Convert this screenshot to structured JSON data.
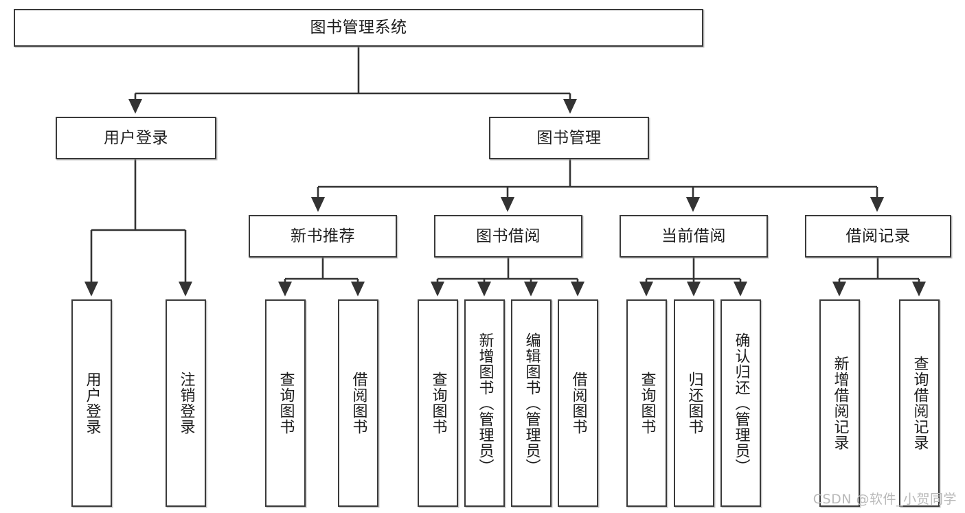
{
  "diagram": {
    "title": "图书管理系统",
    "watermark": "CSDN @软件_小贺同学",
    "colors": {
      "box_border": "#3a3a3a",
      "box_fill": "#ffffff",
      "connector": "#333333",
      "text": "#1c1c1c",
      "watermark": "#b9b9b9",
      "background": "#ffffff"
    },
    "root": {
      "label": "图书管理系统"
    },
    "level2": [
      {
        "id": "user-login",
        "label": "用户登录"
      },
      {
        "id": "book-management",
        "label": "图书管理"
      }
    ],
    "level3": [
      {
        "id": "new-book-recommend",
        "label": "新书推荐",
        "parent": "book-management"
      },
      {
        "id": "book-borrow",
        "label": "图书借阅",
        "parent": "book-management"
      },
      {
        "id": "current-borrow",
        "label": "当前借阅",
        "parent": "book-management"
      },
      {
        "id": "borrow-record",
        "label": "借阅记录",
        "parent": "book-management"
      }
    ],
    "leaves": [
      {
        "id": "leaf-user-login",
        "label": "用户登录",
        "parent": "user-login"
      },
      {
        "id": "leaf-user-logout",
        "label": "注销登录",
        "parent": "user-login"
      },
      {
        "id": "leaf-query-book-1",
        "label": "查询图书",
        "parent": "new-book-recommend"
      },
      {
        "id": "leaf-borrow-book-1",
        "label": "借阅图书",
        "parent": "new-book-recommend"
      },
      {
        "id": "leaf-query-book-2",
        "label": "查询图书",
        "parent": "book-borrow"
      },
      {
        "id": "leaf-add-book",
        "label": "新增图书（管理员）",
        "parent": "book-borrow"
      },
      {
        "id": "leaf-edit-book",
        "label": "编辑图书（管理员）",
        "parent": "book-borrow"
      },
      {
        "id": "leaf-borrow-book-2",
        "label": "借阅图书",
        "parent": "book-borrow"
      },
      {
        "id": "leaf-query-book-3",
        "label": "查询图书",
        "parent": "current-borrow"
      },
      {
        "id": "leaf-return-book",
        "label": "归还图书",
        "parent": "current-borrow"
      },
      {
        "id": "leaf-confirm-return",
        "label": "确认归还（管理员）",
        "parent": "current-borrow"
      },
      {
        "id": "leaf-add-record",
        "label": "新增借阅记录",
        "parent": "borrow-record"
      },
      {
        "id": "leaf-query-record",
        "label": "查询借阅记录",
        "parent": "borrow-record"
      }
    ]
  }
}
